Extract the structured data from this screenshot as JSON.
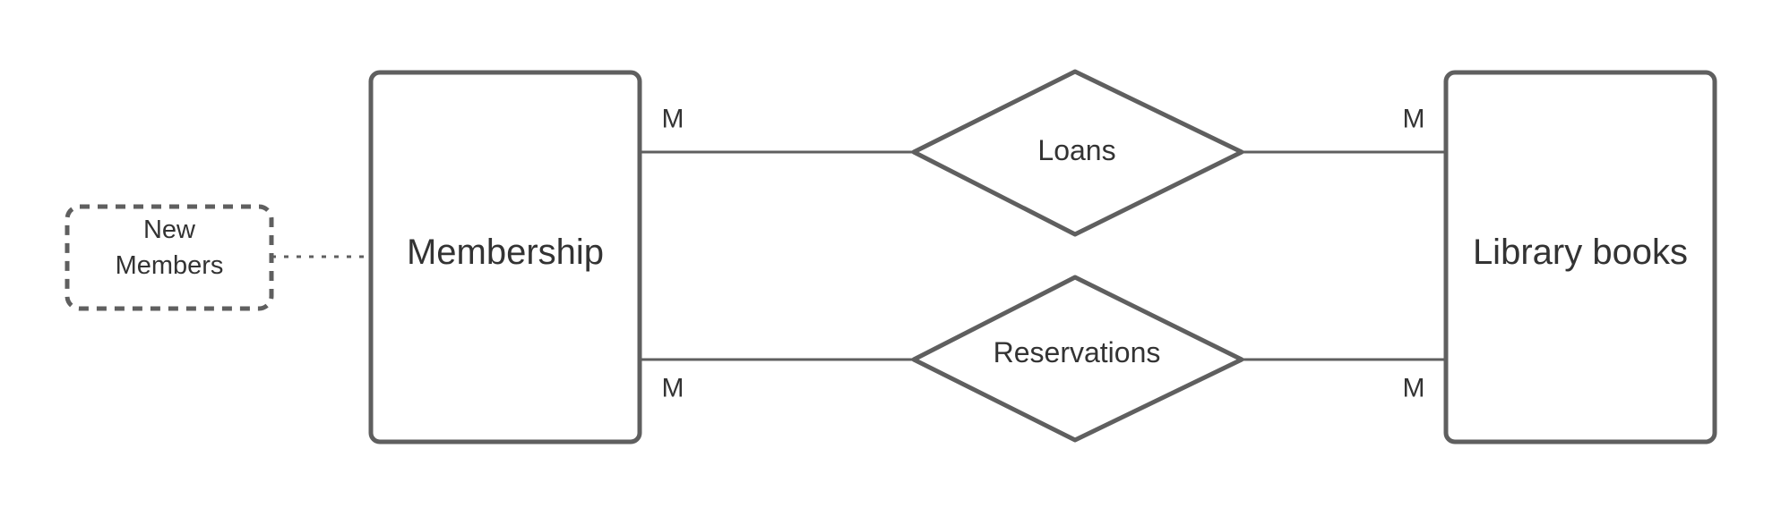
{
  "diagram": {
    "type": "entity-relationship",
    "entities": [
      {
        "id": "membership",
        "label": "Membership"
      },
      {
        "id": "library_books",
        "label": "Library books"
      }
    ],
    "relationships": [
      {
        "id": "loans",
        "label": "Loans",
        "from": "membership",
        "to": "library_books",
        "from_cardinality": "M",
        "to_cardinality": "M"
      },
      {
        "id": "reservations",
        "label": "Reservations",
        "from": "membership",
        "to": "library_books",
        "from_cardinality": "M",
        "to_cardinality": "M"
      }
    ],
    "annotations": [
      {
        "id": "new_members",
        "lines": [
          "New",
          "Members"
        ],
        "attached_to": "membership",
        "style": "dashed"
      }
    ],
    "colors": {
      "stroke": "#5f5f5f",
      "text": "#333333",
      "background": "#ffffff"
    }
  }
}
